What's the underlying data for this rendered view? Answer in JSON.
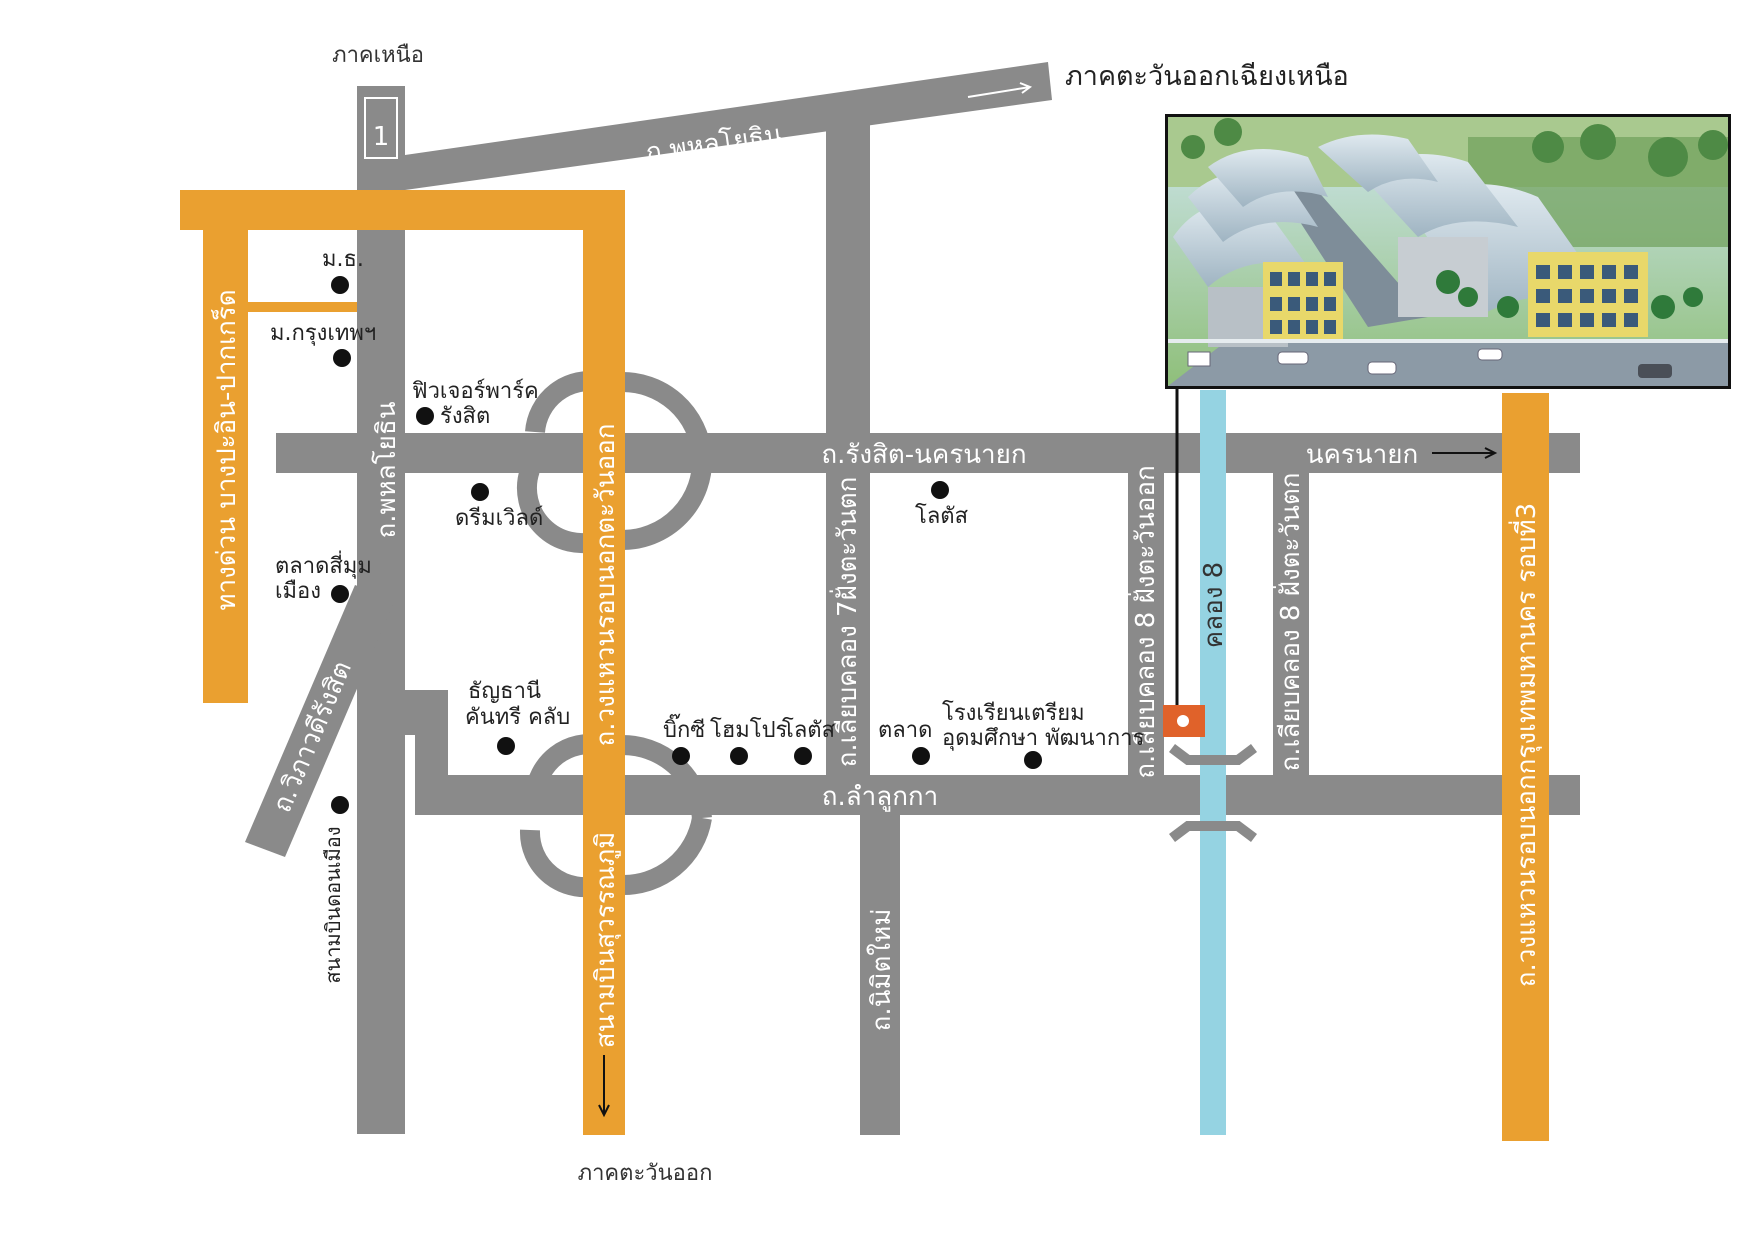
{
  "directions": {
    "north": "ภาคเหนือ",
    "northeast": "ภาคตะวันออกเฉียงเหนือ",
    "east": "ภาคตะวันออก"
  },
  "roads": {
    "phahon_top": "ถ.พหลโยธิน",
    "phahon_vertical": "ถ.พหลโยธิน",
    "route_1": "1",
    "rangsit_nakhonnayok": "ถ.รังสิต-นครนายก",
    "nakhonnayok": "นครนายก",
    "expressway": "ทางด่วน บางปะอิน-ปากเกร็ด",
    "outer_ring_east": "ถ.วงแหวนรอบนอกตะวันออก",
    "suvarnabhumi": "สนามบินสุวรรณภูมิ",
    "liap_khlong7": "ถ.เลียบคลอง 7ฝั่งตะวันตก",
    "liap_khlong8_east": "ถ.เลียบคลอง 8 ฝั่งตะวันออก",
    "liap_khlong8_west": "ถ.เลียบคลอง 8 ฝั่งตะวันตก",
    "khlong8": "คลอง 8",
    "outer_ring_3": "ถ.วงแหวนรอบนอกกรุงเทพมหานคร รอบที่3",
    "lam_luk_ka": "ถ.ลำลูกกา",
    "nimit_mai": "ถ.นิมิตใหม่",
    "vibhavadi": "ถ.วิภาวดีรังสิต"
  },
  "places": {
    "mor_tor": "ม.ธ.",
    "bangkok_u": "ม.กรุงเทพฯ",
    "future_park_1": "ฟิวเจอร์พาร์ค",
    "future_park_2": "รังสิต",
    "dream_world": "ดรีมเวิลด์",
    "lotus_1": "โลตัส",
    "talad_simum_1": "ตลาดสี่มุม",
    "talad_simum_2": "เมือง",
    "thanyathani_1": "ธัญธานี",
    "thanyathani_2": "คันทรี คลับ",
    "big_c": "บิ๊กซี",
    "home_pro": "โฮมโปร",
    "lotus_2": "โลตัส",
    "market": "ตลาด",
    "school_1": "โรงเรียนเตรียม",
    "school_2": "อุดมศึกษา พัฒนาการ",
    "don_mueang": "สนามบินดอนเมือง"
  },
  "colors": {
    "road": "#8a8a8a",
    "highway": "#eaa030",
    "canal": "#95d3e2",
    "site_marker": "#e0622a",
    "dot": "#111111"
  },
  "photo": {
    "subject": "warehouse-complex-aerial-rendering"
  }
}
